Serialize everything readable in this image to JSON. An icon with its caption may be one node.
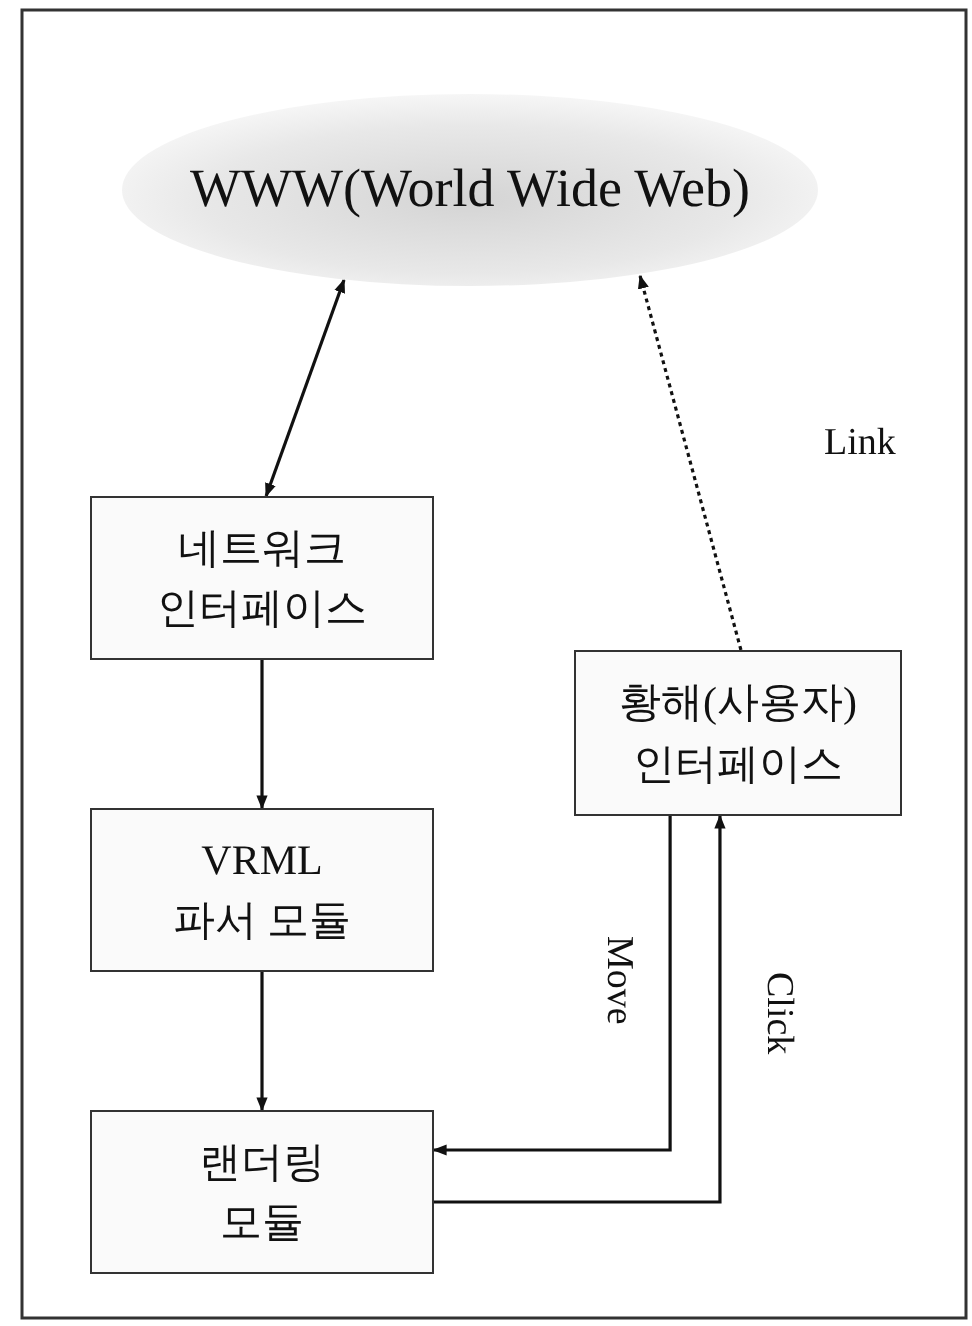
{
  "diagram": {
    "nodes": [
      {
        "text": [
          "WWW(World Wide Web)"
        ]
      },
      {
        "text": [
          "네트워크 인터페이스"
        ]
      },
      {
        "text": [
          "VRML 파서 모듈"
        ]
      },
      {
        "text": [
          "랜더링 모듈"
        ]
      },
      {
        "text": [
          "황해(사용자) 인터페이스"
        ]
      }
    ],
    "edges": [
      {
        "from": 1,
        "to": 0,
        "arrow": "both"
      },
      {
        "from": 1,
        "to": 2,
        "arrow": "to"
      },
      {
        "from": 2,
        "to": 3,
        "arrow": "to"
      },
      {
        "from": 4,
        "to": 0,
        "arrow": "to",
        "label": "Link",
        "style": "dashed"
      },
      {
        "from": 4,
        "to": 3,
        "arrow": "to",
        "label": "Move"
      },
      {
        "from": 3,
        "to": 4,
        "arrow": "to",
        "label": "Click"
      }
    ]
  }
}
